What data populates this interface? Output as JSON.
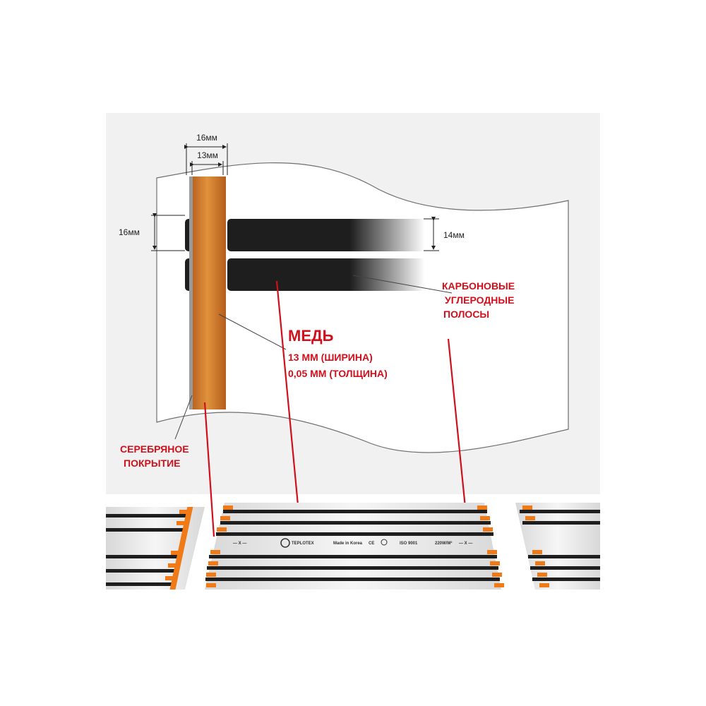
{
  "dimensions": {
    "copper_outer_width": "16мм",
    "copper_inner_width": "13мм",
    "strip_pitch": "16мм",
    "strip_height": "14мм"
  },
  "labels": {
    "carbon": [
      "КАРБОНОВЫЕ",
      "УГЛЕРОДНЫЕ",
      "ПОЛОСЫ"
    ],
    "copper_title": "МЕДЬ",
    "copper_width": "13 ММ (ШИРИНА)",
    "copper_thickness": "0,05 ММ (ТОЛЩИНА)",
    "silver": [
      "СЕРЕБРЯНОЕ",
      "ПОКРЫТИЕ"
    ]
  },
  "film_print": {
    "brand": "TEPLOTEX",
    "made_in": "Made in Korea",
    "ce": "CE",
    "iso": "ISO 9001",
    "power": "220W/M²"
  },
  "colors": {
    "accent_red": "#d0101c",
    "copper": "#c8742a",
    "carbon": "#1e1e1e",
    "silver": "#9a9a9a",
    "film_orange": "#f07a18",
    "sheet": "#f1f1f1"
  }
}
